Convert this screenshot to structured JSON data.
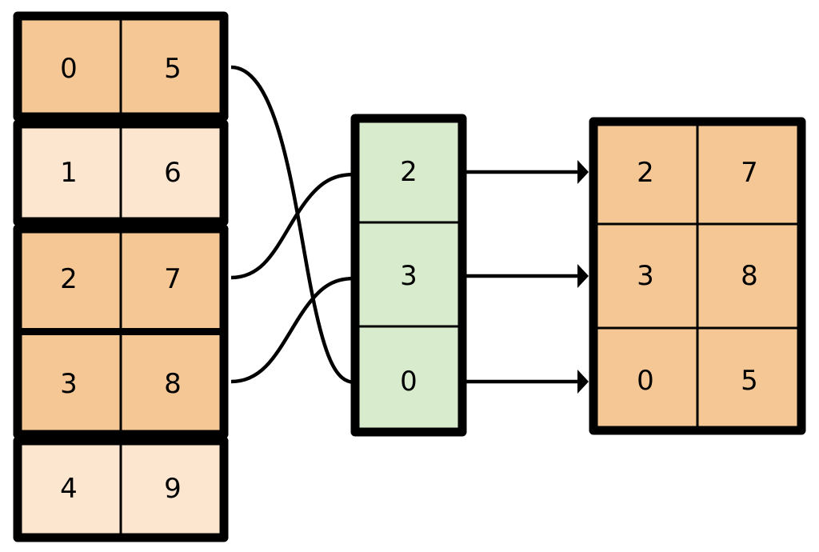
{
  "diagram": {
    "title": "hash-table-lookup-diagram",
    "colors": {
      "highlight_fill": "#f5c795",
      "normal_fill": "#fce6d0",
      "key_fill": "#d8ebcc",
      "stroke": "#000000",
      "background": "#ffffff"
    },
    "source_table": {
      "name": "source-table",
      "columns": 2,
      "rows": [
        {
          "index": "0",
          "cells": [
            "0",
            "5"
          ],
          "highlighted": true
        },
        {
          "index": "1",
          "cells": [
            "1",
            "6"
          ],
          "highlighted": false
        },
        {
          "index": "2",
          "cells": [
            "2",
            "7"
          ],
          "highlighted": true
        },
        {
          "index": "3",
          "cells": [
            "3",
            "8"
          ],
          "highlighted": true
        },
        {
          "index": "4",
          "cells": [
            "4",
            "9"
          ],
          "highlighted": false
        }
      ]
    },
    "key_column": {
      "name": "key-column",
      "cells": [
        "2",
        "3",
        "0"
      ]
    },
    "result_table": {
      "name": "result-table",
      "columns": 2,
      "rows": [
        {
          "cells": [
            "2",
            "7"
          ]
        },
        {
          "cells": [
            "3",
            "8"
          ]
        },
        {
          "cells": [
            "0",
            "5"
          ]
        }
      ]
    },
    "connectors": [
      {
        "name": "connector-row0-to-key0",
        "from_row": "0",
        "to_key": "0"
      },
      {
        "name": "connector-row2-to-key2",
        "from_row": "2",
        "to_key": "2"
      },
      {
        "name": "connector-row3-to-key3",
        "from_row": "3",
        "to_key": "3"
      }
    ],
    "arrows": [
      {
        "name": "arrow-key2-to-result-row0",
        "from_key": "2",
        "to_result_row": "0"
      },
      {
        "name": "arrow-key3-to-result-row1",
        "from_key": "3",
        "to_result_row": "1"
      },
      {
        "name": "arrow-key0-to-result-row2",
        "from_key": "0",
        "to_result_row": "2"
      }
    ]
  }
}
